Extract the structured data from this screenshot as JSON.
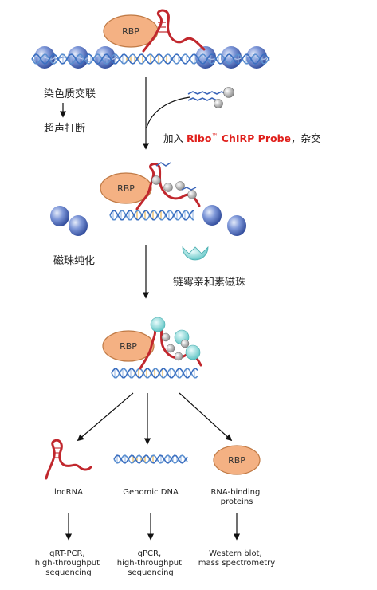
{
  "rbp_label": "RBP",
  "steps": {
    "crosslink": "染色质交联",
    "sonicate": "超声打断",
    "add_prefix": "加入 ",
    "probe_brand": "Ribo",
    "probe_tm": "™",
    "probe_name": " ChIRP Probe",
    "hybridize": "，杂交",
    "bead_purify": "磁珠纯化",
    "streptavidin_beads": "链霉亲和素磁珠"
  },
  "outputs": [
    {
      "name": "lncRNA",
      "method_line1": "qRT-PCR,",
      "method_line2": "high-throughput",
      "method_line3": "sequencing"
    },
    {
      "name": "Genomic DNA",
      "method_line1": "qPCR,",
      "method_line2": "high-throughput",
      "method_line3": "sequencing"
    },
    {
      "name_line1": "RNA-binding",
      "name_line2": "proteins",
      "method_line1": "Western blot,",
      "method_line2": "mass spectrometry"
    }
  ],
  "colors": {
    "probe_brand": "#e0201c",
    "rna": "#c1272d",
    "dna_blue": "#5b8fd0",
    "dna_orange": "#e0a73a",
    "rbp_fill": "#f4b183",
    "nucleosome": "#4f6fc0",
    "bead": "#7fd6d6",
    "probe_bead": "#b0b0b0"
  }
}
